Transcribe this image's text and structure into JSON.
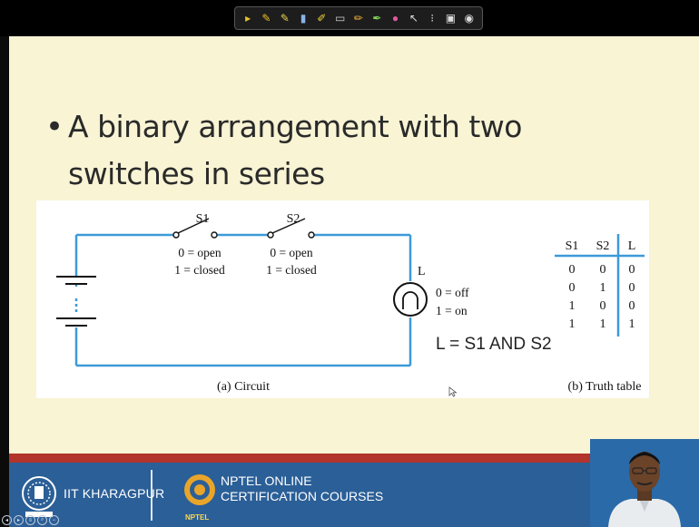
{
  "toolbar": {
    "tools": [
      "pointer-icon",
      "pen-icon",
      "pen-icon-2",
      "marker-icon",
      "highlighter-icon",
      "eraser-icon",
      "pencil-icon",
      "brush-icon",
      "paint-icon",
      "laser-icon",
      "dots-icon",
      "screen-icon",
      "circle-icon"
    ]
  },
  "slide": {
    "bullet": "•",
    "bullet_text": "A binary arrangement with two switches in series"
  },
  "figure": {
    "s1_label": "S1",
    "s2_label": "S2",
    "s1_open": "0 = open",
    "s1_closed": "1 = closed",
    "s2_open": "0 = open",
    "s2_closed": "1 = closed",
    "lamp_label": "L",
    "lamp_off": "0 = off",
    "lamp_on": "1 = on",
    "equation": "L = S1 AND S2",
    "caption_circuit": "(a) Circuit",
    "caption_table": "(b) Truth table",
    "truth_table": {
      "headers": [
        "S1",
        "S2",
        "L"
      ],
      "rows": [
        [
          "0",
          "0",
          "0"
        ],
        [
          "0",
          "1",
          "0"
        ],
        [
          "1",
          "0",
          "0"
        ],
        [
          "1",
          "1",
          "1"
        ]
      ]
    }
  },
  "footer": {
    "iit": "IIT KHARAGPUR",
    "nptel_line1": "NPTEL ONLINE",
    "nptel_line2": "CERTIFICATION COURSES",
    "nptel_small": "NPTEL"
  },
  "colors": {
    "slide_bg": "#f8f4d4",
    "circuit_wire": "#3d9ad8",
    "footer_blue": "#2b5f97",
    "footer_red": "#b2342a"
  }
}
